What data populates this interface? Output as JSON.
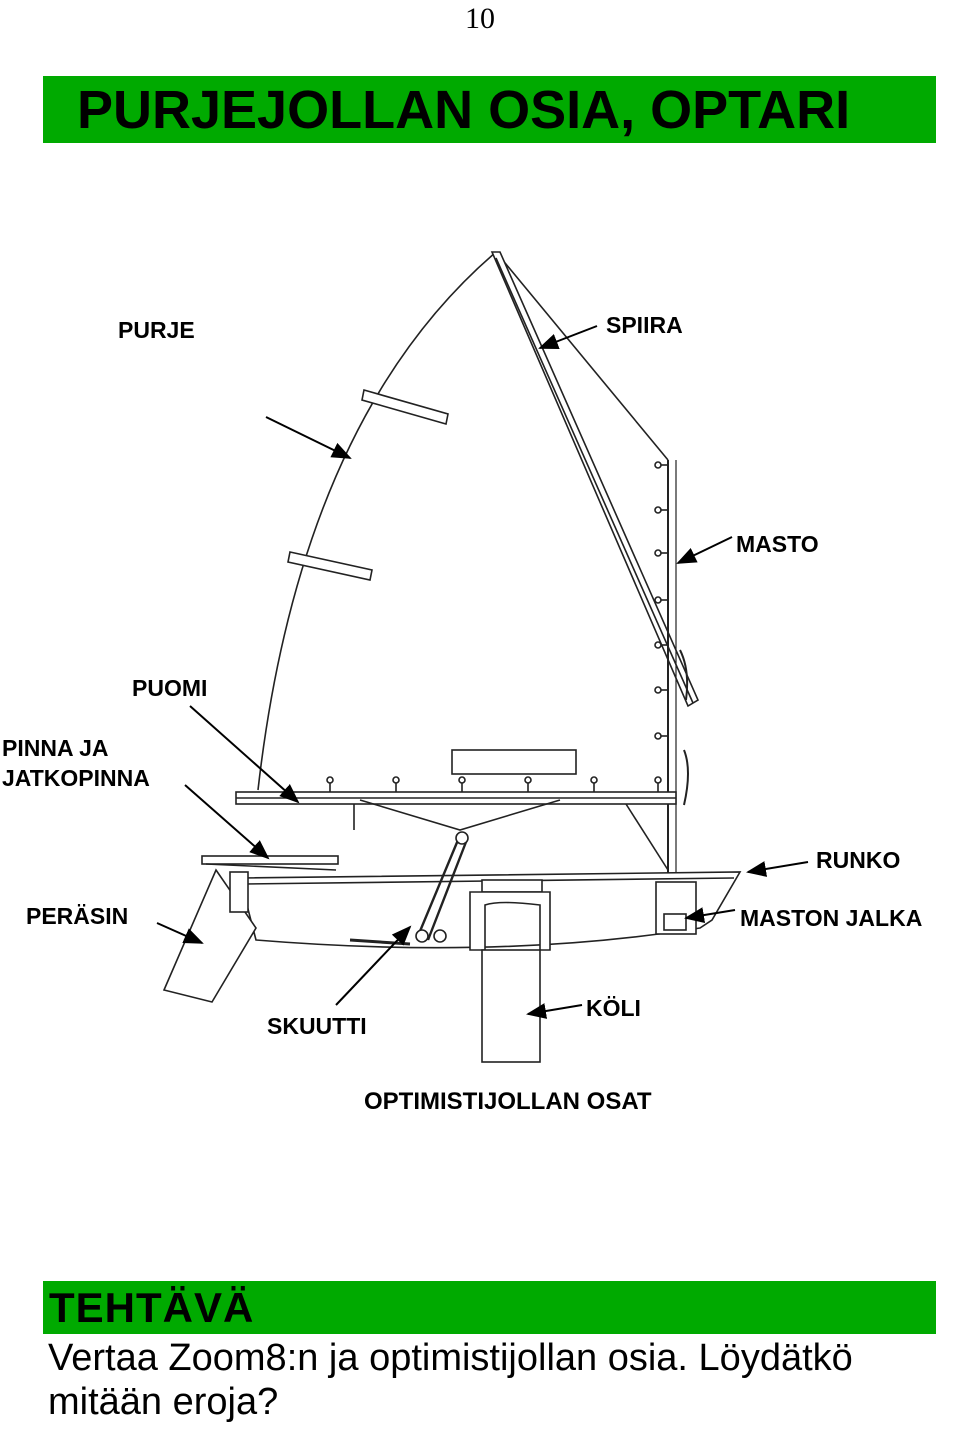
{
  "page_number": "10",
  "title": "PURJEJOLLAN OSIA, OPTARI",
  "labels": {
    "purje": "PURJE",
    "spiira": "SPIIRA",
    "masto": "MASTO",
    "puomi": "PUOMI",
    "pinna_line1": "PINNA JA",
    "pinna_line2": "JATKOPINNA",
    "runko": "RUNKO",
    "perasin": "PERÄSIN",
    "maston_jalka": "MASTON JALKA",
    "skuutti": "SKUUTTI",
    "koli": "KÖLI"
  },
  "caption": "OPTIMISTIJOLLAN OSAT",
  "task": {
    "title": "TEHTÄVÄ",
    "text": "Vertaa Zoom8:n ja optimistijollan osia. Löydätkö mitään eroja?"
  },
  "colors": {
    "banner": "#00aa00"
  }
}
